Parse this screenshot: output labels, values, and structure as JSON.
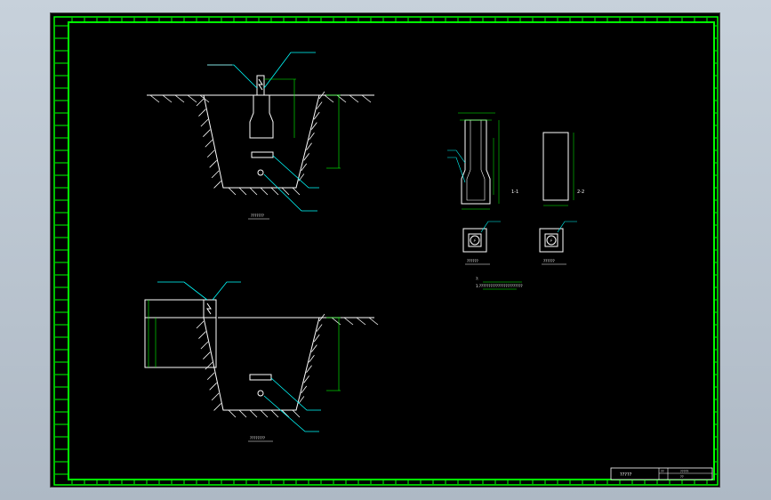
{
  "drawing": {
    "title_block": {
      "name_cell": "?????",
      "label_top": "??",
      "value_top": "?????",
      "value_bottom": "??"
    },
    "views": [
      {
        "id": "view-1",
        "caption": "???????"
      },
      {
        "id": "view-2",
        "caption": "????????"
      },
      {
        "id": "section-1-1",
        "caption": "1-1"
      },
      {
        "id": "section-2-2",
        "caption": "2-2"
      },
      {
        "id": "plan-1",
        "caption": "??????"
      },
      {
        "id": "plan-2",
        "caption": "??????"
      }
    ],
    "notes": [
      "?:",
      "1.???????????????????????"
    ],
    "colors": {
      "background": "#000000",
      "border": "#00ff00",
      "linework": "#ffffff",
      "leaders": "#00ffff",
      "dimensions": "#00ff00"
    }
  }
}
